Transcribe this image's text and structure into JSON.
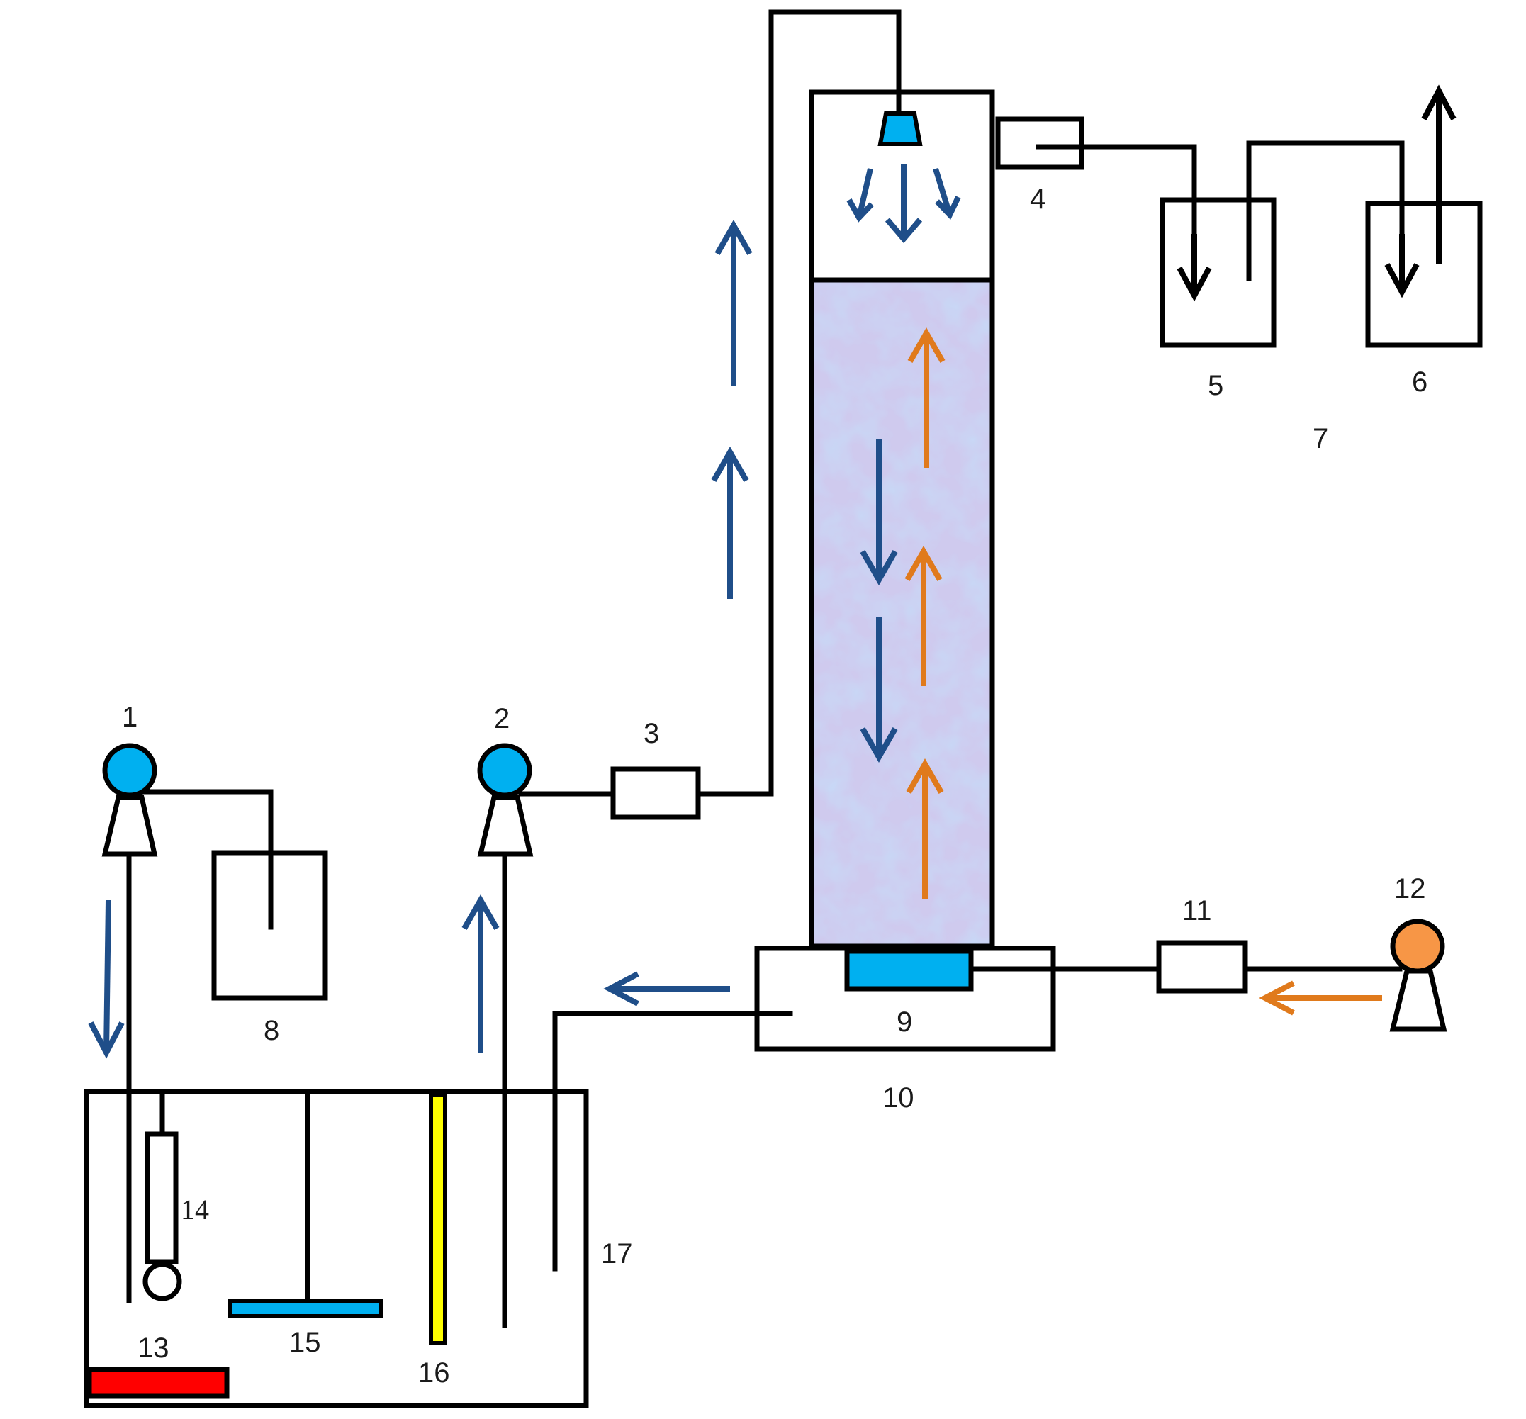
{
  "colors": {
    "line": "#000000",
    "pump_blue": "#00b0f0",
    "pump_orange": "#f79646",
    "arrow_blue": "#1f4e89",
    "arrow_orange": "#e07a1c",
    "packing_blue": "#a8c7f0",
    "packing_pink": "#e2b9e6",
    "heater_red": "#ff0000",
    "probe_yellow": "#ffff00",
    "plate_blue": "#00b0f0"
  },
  "labels": {
    "n1": "1",
    "n2": "2",
    "n3": "3",
    "n4": "4",
    "n5": "5",
    "n6": "6",
    "n7": "7",
    "n8": "8",
    "n9": "9",
    "n10": "10",
    "n11": "11",
    "n12": "12",
    "n13": "13",
    "n14": "14",
    "n15": "15",
    "n16": "16",
    "n17": "17"
  },
  "icons": {
    "pump": "peristaltic-pump-icon",
    "nozzle": "spray-nozzle-icon",
    "flowmeter": "flowmeter-icon",
    "vessel": "vessel-icon",
    "arrow": "flow-arrow-icon"
  }
}
